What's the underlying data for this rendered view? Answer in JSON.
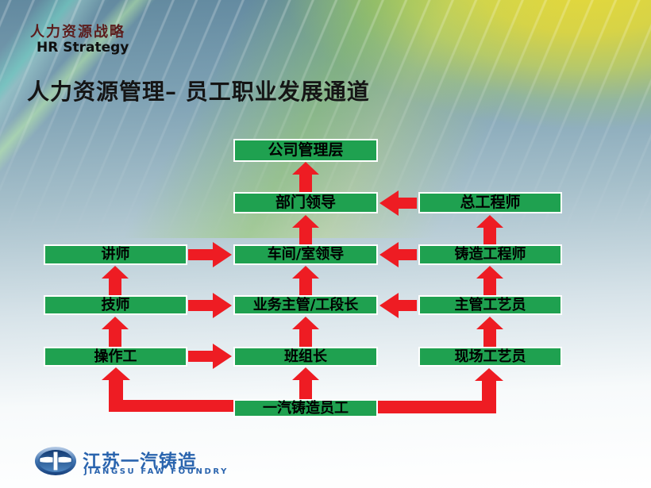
{
  "slide": {
    "eyebrow_cn": "人力资源战略",
    "eyebrow_en": "HR Strategy",
    "title": "人力资源管理– 员工职业发展通道"
  },
  "diagram": {
    "type": "career-path-flowchart",
    "nodes": {
      "company_management": "公司管理层",
      "dept_leader": "部门领导",
      "chief_engineer": "总工程师",
      "lecturer": "讲师",
      "workshop_leader": "车间/室领导",
      "casting_engineer": "铸造工程师",
      "technician": "技师",
      "business_supervisor": "业务主管/工段长",
      "chief_technologist": "主管工艺员",
      "operator": "操作工",
      "team_leader": "班组长",
      "field_technologist": "现场工艺员",
      "faw_employee": "一汽铸造员工"
    },
    "edges": [
      {
        "from": "部门领导",
        "to": "公司管理层",
        "direction": "up"
      },
      {
        "from": "车间/室领导",
        "to": "部门领导",
        "direction": "up"
      },
      {
        "from": "业务主管/工段长",
        "to": "车间/室领导",
        "direction": "up"
      },
      {
        "from": "班组长",
        "to": "业务主管/工段长",
        "direction": "up"
      },
      {
        "from": "技师",
        "to": "讲师",
        "direction": "up"
      },
      {
        "from": "操作工",
        "to": "技师",
        "direction": "up"
      },
      {
        "from": "铸造工程师",
        "to": "总工程师",
        "direction": "up"
      },
      {
        "from": "主管工艺员",
        "to": "铸造工程师",
        "direction": "up"
      },
      {
        "from": "现场工艺员",
        "to": "主管工艺员",
        "direction": "up"
      },
      {
        "from": "讲师",
        "to": "车间/室领导",
        "direction": "right"
      },
      {
        "from": "技师",
        "to": "业务主管/工段长",
        "direction": "right"
      },
      {
        "from": "操作工",
        "to": "班组长",
        "direction": "right"
      },
      {
        "from": "总工程师",
        "to": "部门领导",
        "direction": "left"
      },
      {
        "from": "铸造工程师",
        "to": "车间/室领导",
        "direction": "left"
      },
      {
        "from": "主管工艺员",
        "to": "业务主管/工段长",
        "direction": "left"
      },
      {
        "from": "一汽铸造员工",
        "to": "操作工",
        "direction": "elbow-up"
      },
      {
        "from": "一汽铸造员工",
        "to": "班组长",
        "direction": "up"
      },
      {
        "from": "一汽铸造员工",
        "to": "现场工艺员",
        "direction": "elbow-up"
      }
    ]
  },
  "footer": {
    "logo_cn": "江苏一汽铸造",
    "logo_en": "JIANGSU FAW FOUNDRY"
  },
  "colors": {
    "box_green": "#1fa150",
    "arrow_red": "#ee1c23",
    "eyebrow_color": "#5c1d1d",
    "title_color": "#151515",
    "logo_blue": "#2a64ae"
  }
}
